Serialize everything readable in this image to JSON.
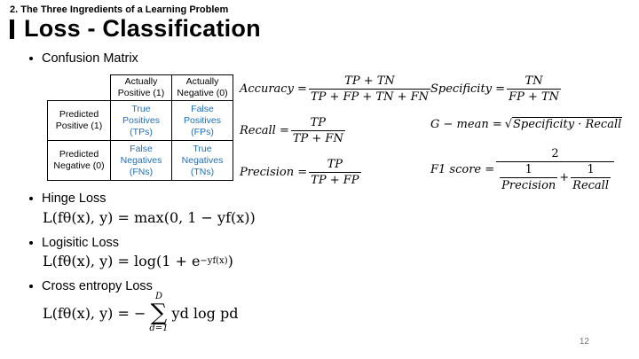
{
  "header": {
    "section": "2. The Three Ingredients of a Learning Problem",
    "title": "Loss - Classification"
  },
  "bullets": {
    "confusion": "Confusion Matrix",
    "hinge": "Hinge Loss",
    "logistic": "Logisitic Loss",
    "cross_entropy": "Cross entropy Loss"
  },
  "matrix": {
    "col_headers": [
      "Actually\nPositive (1)",
      "Actually\nNegative (0)"
    ],
    "rows": [
      {
        "header": "Predicted\nPositive (1)",
        "cells": [
          "True\nPositives\n(TPs)",
          "False\nPositives\n(FPs)"
        ]
      },
      {
        "header": "Predicted\nNegative (0)",
        "cells": [
          "False\nNegatives\n(FNs)",
          "True\nNegatives\n(TNs)"
        ]
      }
    ],
    "cell_color": "#1f6fb8"
  },
  "formulas": {
    "accuracy": {
      "label": "Accuracy =",
      "num": "TP + TN",
      "den": "TP + FP + TN + FN"
    },
    "recall": {
      "label": "Recall =",
      "num": "TP",
      "den": "TP + FN"
    },
    "precision": {
      "label": "Precision =",
      "num": "TP",
      "den": "TP + FP"
    },
    "specificity": {
      "label": "Specificity =",
      "num": "TN",
      "den": "FP + TN"
    },
    "gmean": {
      "label": "G − mean =",
      "radicand": "Specificity · Recall"
    },
    "f1": {
      "label": "F1 score =",
      "num": "2",
      "sub_num_1": "1",
      "sub_den_1": "Precision",
      "plus": "+",
      "sub_num_2": "1",
      "sub_den_2": "Recall"
    }
  },
  "losses": {
    "hinge": "L(fθ(x), y) = max(0, 1 − yf(x))",
    "logistic_lhs": "L(fθ(x), y) = log(1 + e",
    "logistic_exp": "−yf(x)",
    "logistic_rhs": ")",
    "ce_lhs": "L(fθ(x), y) = −",
    "ce_upper": "D",
    "ce_lower": "d=1",
    "ce_rhs": "yd log pd"
  },
  "page_number": "12"
}
